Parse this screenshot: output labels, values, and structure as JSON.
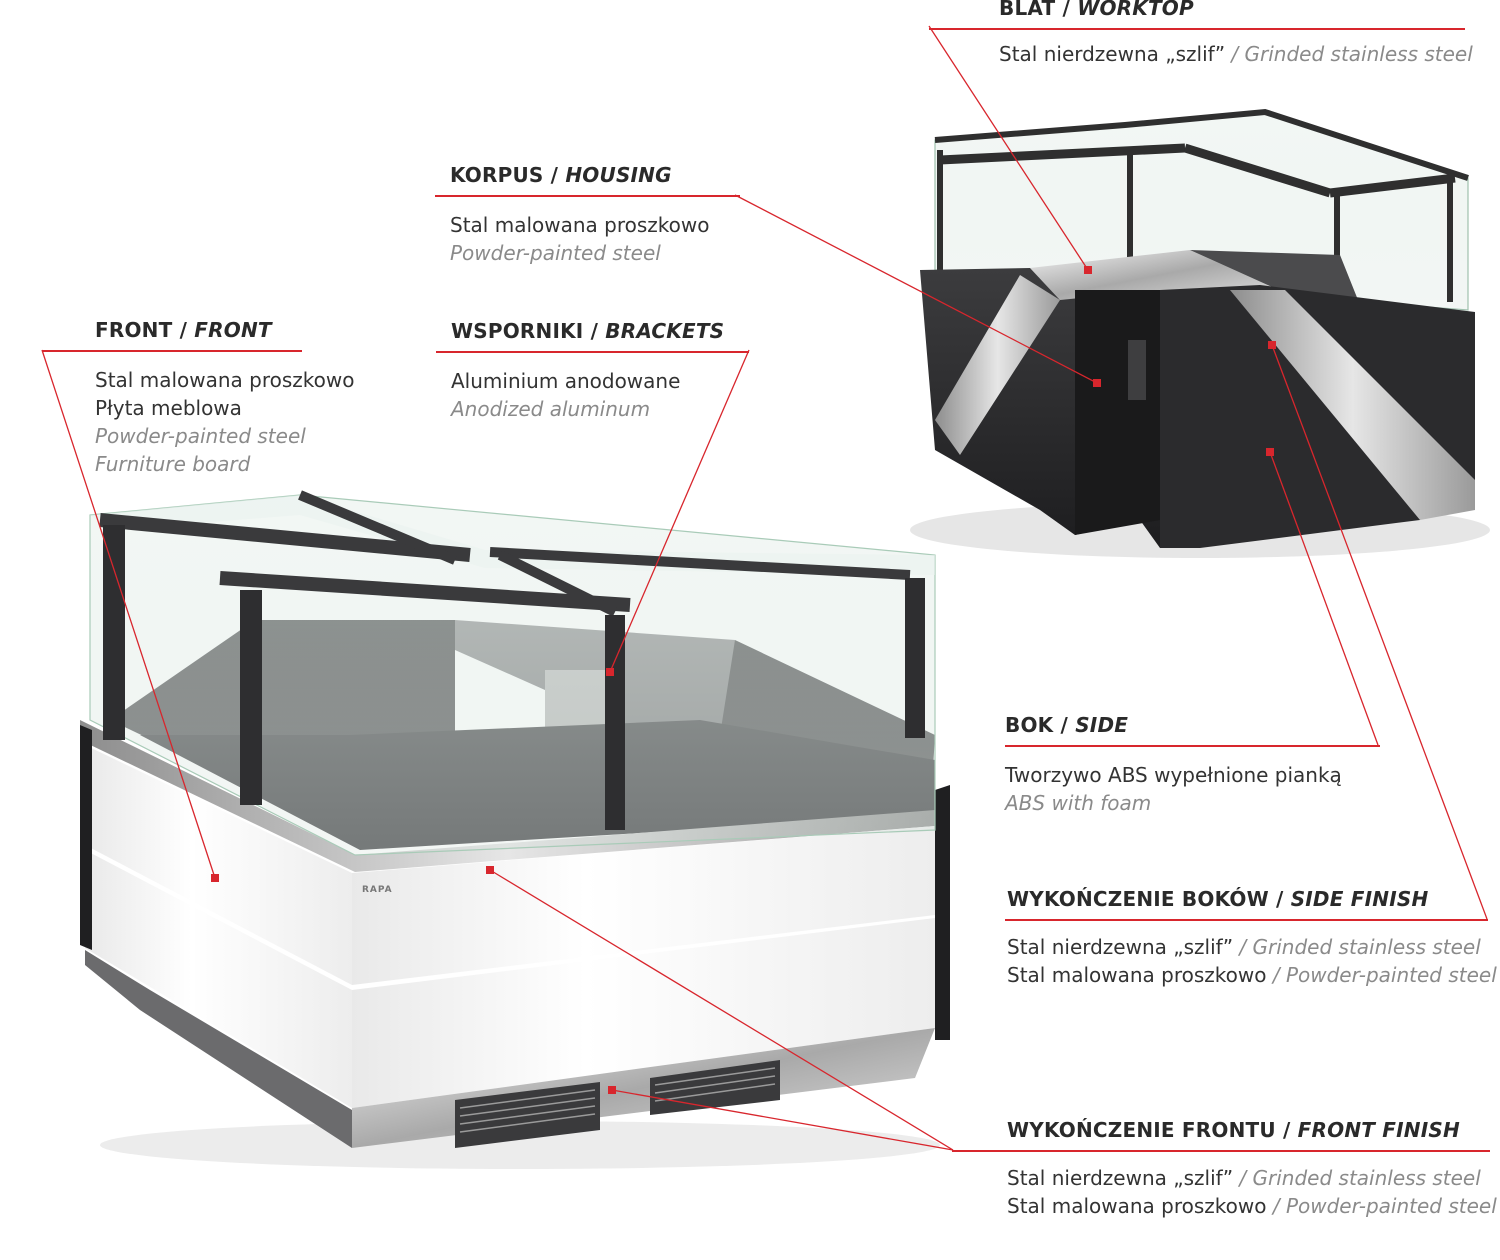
{
  "labels": [
    {
      "id": "worktop",
      "title_pl": "BLAT",
      "title_en": "WORKTOP",
      "lines": [
        {
          "pl": "Stal nierdzewna „szlif”",
          "en": "Grinded stainless steel"
        }
      ]
    },
    {
      "id": "housing",
      "title_pl": "KORPUS",
      "title_en": "HOUSING",
      "lines": [
        {
          "pl": "Stal malowana proszkowo"
        },
        {
          "en": "Powder-painted steel"
        }
      ]
    },
    {
      "id": "front",
      "title_pl": "FRONT",
      "title_en": "FRONT",
      "lines": [
        {
          "pl": "Stal malowana proszkowo"
        },
        {
          "pl": "Płyta meblowa"
        },
        {
          "en": "Powder-painted steel"
        },
        {
          "en": "Furniture board"
        }
      ]
    },
    {
      "id": "brackets",
      "title_pl": "WSPORNIKI",
      "title_en": "BRACKETS",
      "lines": [
        {
          "pl": "Aluminium anodowane"
        },
        {
          "en": "Anodized aluminum"
        }
      ]
    },
    {
      "id": "side",
      "title_pl": "BOK",
      "title_en": "SIDE",
      "lines": [
        {
          "pl": "Tworzywo ABS wypełnione pianką"
        },
        {
          "en": "ABS with foam"
        }
      ]
    },
    {
      "id": "side-finish",
      "title_pl": "WYKOŃCZENIE BOKÓW",
      "title_en": "SIDE FINISH",
      "lines": [
        {
          "pl": "Stal nierdzewna „szlif”",
          "en": "Grinded stainless steel"
        },
        {
          "pl": "Stal malowana proszkowo",
          "en": "Powder-painted steel"
        }
      ]
    },
    {
      "id": "front-finish",
      "title_pl": "WYKOŃCZENIE FRONTU",
      "title_en": "FRONT FINISH",
      "lines": [
        {
          "pl": "Stal nierdzewna „szlif”",
          "en": "Grinded stainless steel"
        },
        {
          "pl": "Stal malowana proszkowo",
          "en": "Powder-painted steel"
        }
      ]
    }
  ],
  "brand": "RAPA",
  "colors": {
    "accent": "#d8262d",
    "text": "#2b2b2b",
    "translation": "#8a8a8a"
  }
}
